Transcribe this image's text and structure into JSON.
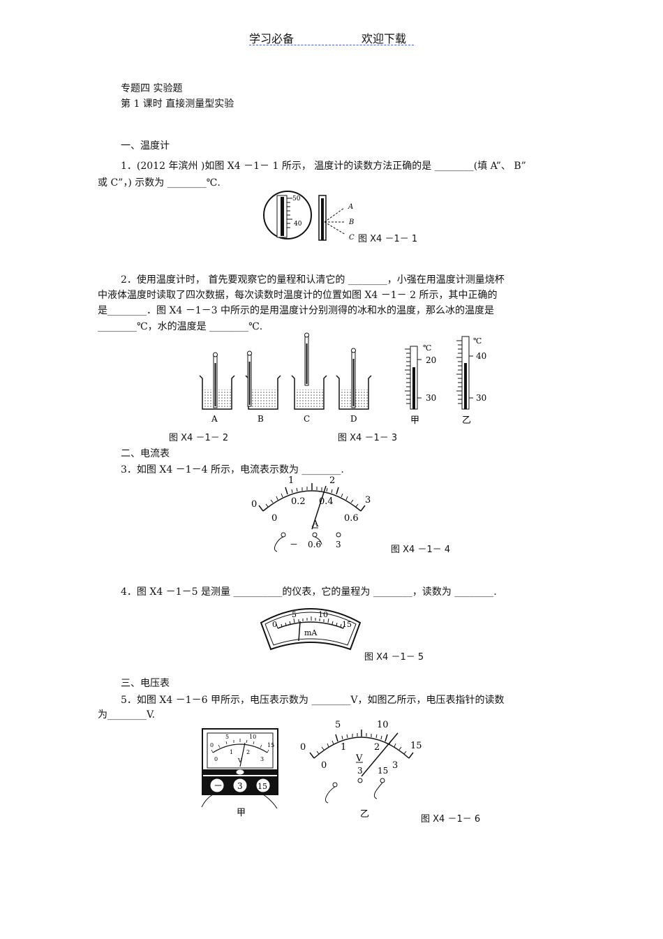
{
  "header": {
    "left": "学习必备",
    "right": "欢迎下载"
  },
  "title": {
    "topic": "专题四    实验题",
    "lesson": "第 1 课时    直接测量型实验"
  },
  "sections": {
    "s1": "一、温度计",
    "s2": "二、电流表",
    "s3": "三、电压表"
  },
  "q1": {
    "line1": "1．(2012 年滨州 )如图  X4 －1－ 1 所示，  温度计的读数方法正确的是    ________(填  A”、  B”",
    "line2": "或  C”，)  示数为  ________℃.",
    "fig_labels": {
      "t50": "50",
      "t40": "40",
      "a": "A",
      "b": "B",
      "c": "C"
    },
    "caption": "图  X4 －1－ 1"
  },
  "q2": {
    "line1": "2．使用温度计时，    首先要观察它的量程和认清它的      ________，小强在用温度计测量烧杯",
    "line2": "中液体温度时读取了四次数据，每次读数时温度计的位置如图           X4 －1－ 2 所示，其中正确的",
    "line3": "是________．图  X4 －1－3  中所示的是用温度计分别测得的冰和水的温度，那么冰的温度是",
    "line4": "________℃，水的温度是   ________℃.",
    "beakers": [
      "A",
      "B",
      "C",
      "D"
    ],
    "thermo_jia": {
      "unit": "℃",
      "top": "20",
      "bottom": "30",
      "name": "甲"
    },
    "thermo_yi": {
      "unit": "℃",
      "top": "40",
      "bottom": "30",
      "name": "乙"
    },
    "caption_a": "图  X4 －1－ 2",
    "caption_b": "图  X4 －1－ 3"
  },
  "q3": {
    "line1": "3．如图  X4 －1－4 所示，电流表示数为    ________.",
    "scale_upper": [
      "0",
      "1",
      "2",
      "3"
    ],
    "scale_lower": [
      "0",
      "0.2",
      "0.4",
      "0.6"
    ],
    "unit": "A",
    "terminals": [
      "－",
      "0.6",
      "3"
    ],
    "caption": "图  X4 －1－ 4"
  },
  "q4": {
    "line1": "4．图  X4 －1－5 是测量  __________的仪表，它的量程为    ________，读数为  ________.",
    "scale": [
      "0",
      "5",
      "10",
      "15"
    ],
    "unit": "mA",
    "caption": "图  X4 －1－ 5"
  },
  "q5": {
    "line1": "5．如图  X4 －1－6 甲所示，电压表示数为    ________V，如图乙所示，电压表指针的读数",
    "line2": "为________V.",
    "jia_upper": [
      "0",
      "5",
      "10",
      "15"
    ],
    "jia_lower": [
      "0",
      "1",
      "2",
      "3"
    ],
    "jia_terminals": [
      "－",
      "3",
      "15"
    ],
    "jia_name": "甲",
    "yi_upper": [
      "0",
      "5",
      "10",
      "15"
    ],
    "yi_lower": [
      "0",
      "1",
      "2",
      "3"
    ],
    "yi_terminals": [
      "3",
      "15"
    ],
    "unit": "V",
    "yi_name": "乙",
    "caption": "图  X4 －1－ 6"
  }
}
